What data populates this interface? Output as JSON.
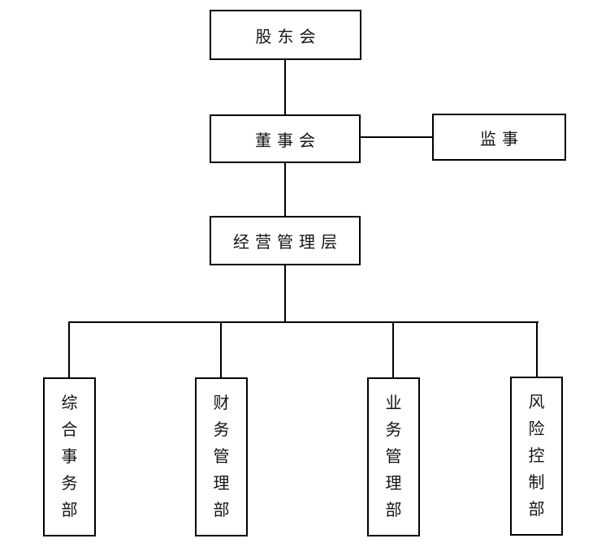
{
  "org_chart": {
    "nodes": {
      "shareholders": {
        "label": "股东会"
      },
      "board": {
        "label": "董事会"
      },
      "supervisor": {
        "label": "监事"
      },
      "management": {
        "label": "经营管理层"
      },
      "dept_general": {
        "label": "综合事务部"
      },
      "dept_finance": {
        "label": "财务管理部"
      },
      "dept_business": {
        "label": "业务管理部"
      },
      "dept_risk": {
        "label": "风险控制部"
      }
    },
    "edges": [
      {
        "from": "shareholders",
        "to": "board"
      },
      {
        "from": "board",
        "to": "supervisor"
      },
      {
        "from": "board",
        "to": "management"
      },
      {
        "from": "management",
        "to": "dept_general"
      },
      {
        "from": "management",
        "to": "dept_finance"
      },
      {
        "from": "management",
        "to": "dept_business"
      },
      {
        "from": "management",
        "to": "dept_risk"
      }
    ],
    "colors": {
      "background": "#ffffff",
      "box_border": "#000000",
      "line": "#000000",
      "text": "#141414"
    }
  }
}
